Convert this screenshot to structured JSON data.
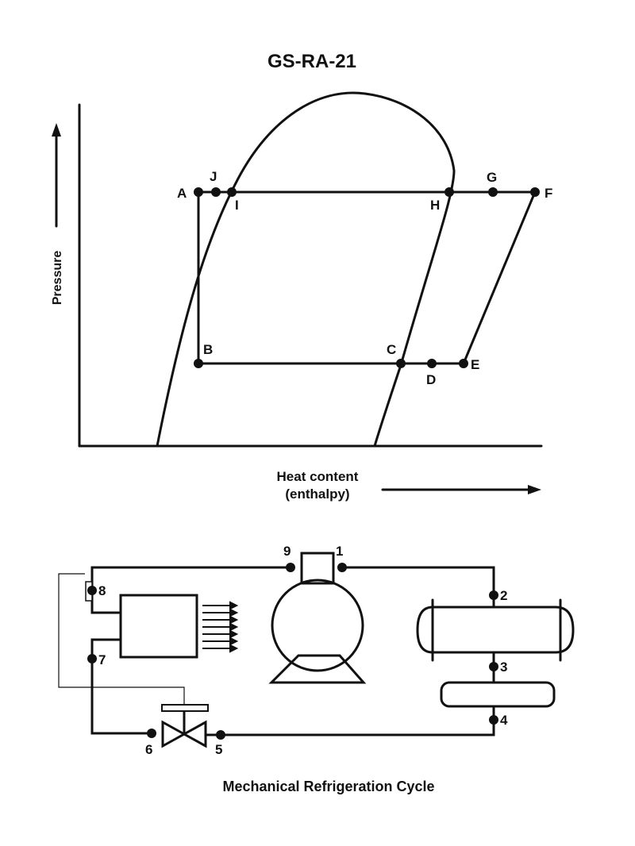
{
  "title": "GS-RA-21",
  "ph_diagram": {
    "y_axis_label": "Pressure",
    "x_axis_label_line1": "Heat content",
    "x_axis_label_line2": "(enthalpy)",
    "points": {
      "A": "A",
      "B": "B",
      "C": "C",
      "D": "D",
      "E": "E",
      "F": "F",
      "G": "G",
      "H": "H",
      "I": "I",
      "J": "J"
    }
  },
  "cycle_diagram": {
    "caption": "Mechanical Refrigeration Cycle",
    "points": [
      "1",
      "2",
      "3",
      "4",
      "5",
      "6",
      "7",
      "8",
      "9"
    ]
  }
}
